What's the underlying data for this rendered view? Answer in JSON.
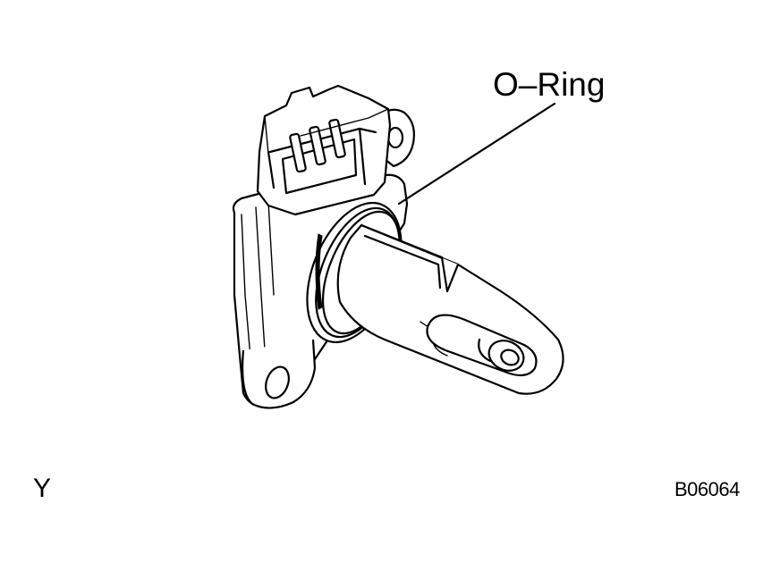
{
  "diagram": {
    "callout_label": "O–Ring",
    "corner_letter": "Y",
    "figure_code": "B06064",
    "part_icon": "air-flow-meter-sensor-icon",
    "line_color": "#000000",
    "background_color": "#ffffff"
  }
}
